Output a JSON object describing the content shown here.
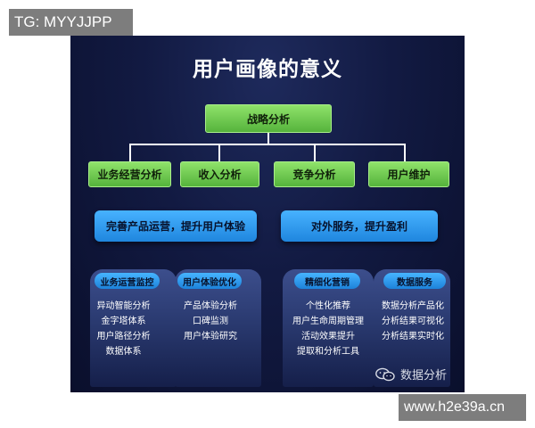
{
  "watermarks": {
    "tg": "TG: MYYJJPP",
    "site": "www.h2e39a.cn"
  },
  "diagram": {
    "title": "用户画像的意义",
    "root": "战略分析",
    "branches": [
      "业务经营分析",
      "收入分析",
      "竞争分析",
      "用户维护"
    ],
    "groups": [
      {
        "label": "完善产品运营，提升用户体验",
        "panels": [
          {
            "label": "业务运营监控",
            "items": [
              "异动智能分析",
              "金字塔体系",
              "用户路径分析",
              "数据体系"
            ]
          },
          {
            "label": "用户体验优化",
            "items": [
              "产品体验分析",
              "口碑监测",
              "用户体验研究"
            ]
          }
        ]
      },
      {
        "label": "对外服务，提升盈利",
        "panels": [
          {
            "label": "精细化营销",
            "items": [
              "个性化推荐",
              "用户生命周期管理",
              "活动效果提升",
              "提取和分析工具"
            ]
          },
          {
            "label": "数据服务",
            "items": [
              "数据分析产品化",
              "分析结果可视化",
              "分析结果实时化"
            ]
          }
        ]
      }
    ],
    "footer_brand": "数据分析",
    "footer_icon": "wechat-icon"
  },
  "colors": {
    "background": "#121a42",
    "green": "#6fcd52",
    "blue": "#2c9bf0"
  }
}
